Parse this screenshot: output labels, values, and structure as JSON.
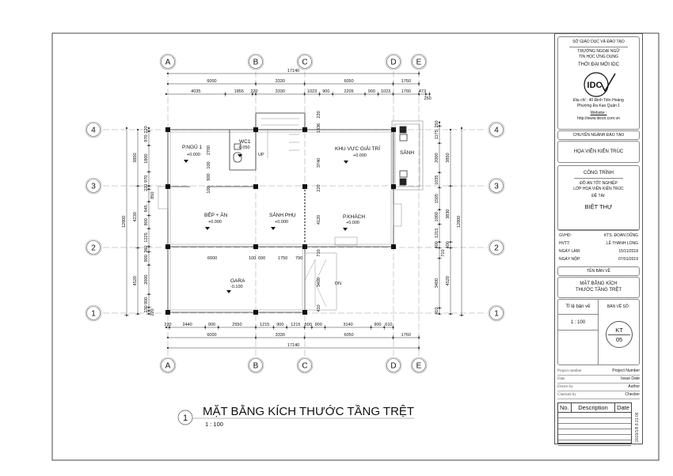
{
  "grid": {
    "columns": [
      "A",
      "B",
      "C",
      "D",
      "E"
    ],
    "rows": [
      "4",
      "3",
      "2",
      "1"
    ]
  },
  "dimensions": {
    "top_total": [
      "17140"
    ],
    "top_main": [
      "6000",
      "3330",
      "6050",
      "1760"
    ],
    "top_sub": [
      "4035",
      "1855",
      "220",
      "3330",
      "1023",
      "900",
      "2205",
      "900",
      "1023",
      "1760",
      "473",
      "250"
    ],
    "bottom_sub": [
      "220",
      "2440",
      "900",
      "2550",
      "1215",
      "900",
      "1215",
      "500",
      "900",
      "3140",
      "900",
      "610"
    ],
    "bottom_main": [
      "6000",
      "3330",
      "6050",
      "1760"
    ],
    "bottom_total": [
      "17140"
    ],
    "left_total": [
      "12800"
    ],
    "left_main": [
      "3850",
      "4230",
      "4520"
    ],
    "left_sub": [
      "220",
      "970",
      "1800",
      "970",
      "220",
      "850",
      "945",
      "900",
      "1225",
      "360",
      "900",
      "2000",
      "900",
      "230",
      "220"
    ],
    "right_sub": [
      "250",
      "1175",
      "2000",
      "1035",
      "1505",
      "1000",
      "1215",
      "400",
      "710",
      "3400",
      "410"
    ],
    "right_main": [
      "3850",
      "3830",
      "400",
      "4520"
    ],
    "right_total": [
      "12800"
    ],
    "interior": {
      "garage_top": [
        "6000",
        "100",
        "690",
        "1750",
        "790"
      ],
      "stair_col": [
        "1336",
        "220",
        "3740",
        "220",
        "4120",
        "710",
        "3400",
        "410"
      ],
      "wc_col": [
        "2700",
        "100",
        "900",
        "100"
      ]
    }
  },
  "rooms": [
    {
      "name": "P.NGỦ 1",
      "level": "+0.000"
    },
    {
      "name": "WC1",
      "level": "-0.050"
    },
    {
      "name": "KHU VỰC GIẢI TRÍ",
      "level": "+0.000"
    },
    {
      "name": "SẢNH",
      "level": ""
    },
    {
      "name": "BẾP + ĂN",
      "level": "+0.000"
    },
    {
      "name": "SẢNH PHỤ",
      "level": "+0.000"
    },
    {
      "name": "P.KHÁCH",
      "level": "+0.000"
    },
    {
      "name": "GARA",
      "level": "-0.100"
    }
  ],
  "stair_labels": {
    "up": "UP",
    "down": "DN"
  },
  "view_title": {
    "number": "1",
    "title": "MẶT BẰNG KÍCH THƯỚC TẦNG TRỆT",
    "scale": "1 : 100"
  },
  "title_block": {
    "ministry": "SỞ GIÁO DỤC VÀ ĐÀO TẠO",
    "school_line1": "TRƯỜNG NGOẠI NGỮ",
    "school_line2": "TIN HỌC ỨNG DỤNG",
    "school_name": "THỜI ĐẠI MỚI IDC",
    "logo_text": "IDC",
    "address_line1": "Địa chỉ : 40 Đinh Tiên Hoàng",
    "address_line2": "Phường Đa Kao Quận 1",
    "website_label": "Website :",
    "website": "http://www.idcvn.com.vn",
    "major_label": "CHUYÊN NGÀNH ĐÀO TẠO",
    "major": "HỌA VIÊN KIẾN TRÚC",
    "project_label": "CÔNG TRÌNH",
    "project_line1": "ĐỒ ÁN TỐT NGHIỆP",
    "project_line2": "LỚP HỌA VIÊN KIẾN TRÚC",
    "topic_label": "ĐỀ TÀI:",
    "topic": "BIỆT THỰ",
    "info": [
      {
        "label": "GVHD:",
        "value": "KTS. ĐOÀN DŨNG"
      },
      {
        "label": "HVTT:",
        "value": "LÊ THANH LONG"
      },
      {
        "label": "NGÀY LÀM:",
        "value": "15/11/2018"
      },
      {
        "label": "NGÀY NỘP:",
        "value": "07/01/2019"
      }
    ],
    "sheet_name_label": "TÊN BẢN VẼ",
    "sheet_name_line1": "MẶT BẰNG KÍCH",
    "sheet_name_line2": "THƯỚC TẦNG TRỆT",
    "scale_label": "Tỉ lệ bản vẽ",
    "scale": "1 : 100",
    "sheet_no_label": "BẢN VẼ SỐ:",
    "sheet_no_line1": "KT",
    "sheet_no_line2": "05",
    "project_fields": [
      {
        "label": "Project number",
        "value": "Project Number"
      },
      {
        "label": "Date",
        "value": "Issue Date"
      },
      {
        "label": "Drawn by",
        "value": "Author"
      },
      {
        "label": "Checked by",
        "value": "Checker"
      }
    ],
    "revision_headers": {
      "no": "No.",
      "description": "Description",
      "date": "Date"
    },
    "timestamp": "2019/1/8 8:21:06"
  }
}
